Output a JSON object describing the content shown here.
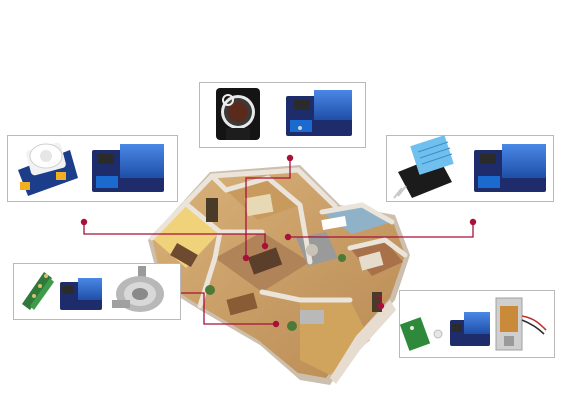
{
  "diagram": {
    "subject": "smart-home-floor-plan",
    "colors": {
      "connector_line": "#a8103a",
      "connector_dot": "#a8103a",
      "card_border": "#b9b9b9",
      "relay_blue": "#2f6fd0",
      "sensor_pcb_blue": "#2a57b8"
    },
    "cards": [
      {
        "id": "card-top",
        "devices": [
          "vibration-sensor-module",
          "relay-module"
        ]
      },
      {
        "id": "card-left-upper",
        "devices": [
          "pir-motion-sensor",
          "relay-module"
        ]
      },
      {
        "id": "card-right-upper",
        "devices": [
          "dht11-temperature-humidity-sensor",
          "relay-module"
        ]
      },
      {
        "id": "card-left-lower",
        "devices": [
          "soil-moisture-sensor",
          "relay-module",
          "water-pump"
        ]
      },
      {
        "id": "card-right-lower",
        "devices": [
          "rfid-tag",
          "relay-module",
          "solenoid-door-lock"
        ]
      }
    ]
  }
}
